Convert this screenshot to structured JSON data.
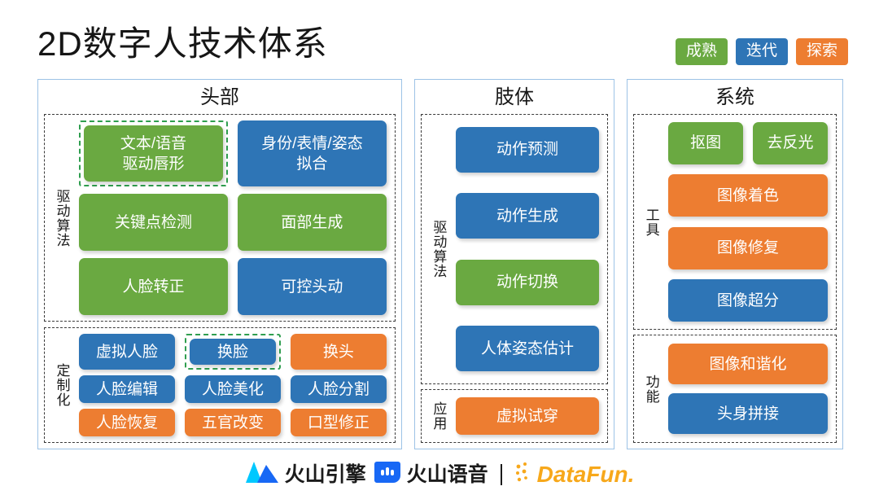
{
  "header": {
    "title": "2D数字人技术体系",
    "legend": [
      {
        "label": "成熟",
        "color": "#6aa941",
        "level": "green"
      },
      {
        "label": "迭代",
        "color": "#2e75b6",
        "level": "blue"
      },
      {
        "label": "探索",
        "color": "#ed7d31",
        "level": "orange"
      }
    ]
  },
  "columns": [
    {
      "title": "头部",
      "sections": [
        {
          "label": "驱动算法",
          "rows": [
            [
              {
                "label": "文本/语音\n驱动唇形",
                "color": "green",
                "highlighted": true
              },
              {
                "label": "身份/表情/姿态\n拟合",
                "color": "blue",
                "highlighted": false
              }
            ],
            [
              {
                "label": "关键点检测",
                "color": "green",
                "highlighted": false
              },
              {
                "label": "面部生成",
                "color": "green",
                "highlighted": false
              }
            ],
            [
              {
                "label": "人脸转正",
                "color": "green",
                "highlighted": false
              },
              {
                "label": "可控头动",
                "color": "blue",
                "highlighted": false
              }
            ]
          ]
        },
        {
          "label": "定制化",
          "rows": [
            [
              {
                "label": "虚拟人脸",
                "color": "blue",
                "highlighted": false
              },
              {
                "label": "换脸",
                "color": "blue",
                "highlighted": true
              },
              {
                "label": "换头",
                "color": "orange",
                "highlighted": false
              }
            ],
            [
              {
                "label": "人脸编辑",
                "color": "blue",
                "highlighted": false
              },
              {
                "label": "人脸美化",
                "color": "blue",
                "highlighted": false
              },
              {
                "label": "人脸分割",
                "color": "blue",
                "highlighted": false
              }
            ],
            [
              {
                "label": "人脸恢复",
                "color": "orange",
                "highlighted": false
              },
              {
                "label": "五官改变",
                "color": "orange",
                "highlighted": false
              },
              {
                "label": "口型修正",
                "color": "orange",
                "highlighted": false
              }
            ]
          ]
        }
      ]
    },
    {
      "title": "肢体",
      "sections": [
        {
          "label": "驱动算法",
          "rows": [
            [
              {
                "label": "动作预测",
                "color": "blue",
                "highlighted": false
              }
            ],
            [
              {
                "label": "动作生成",
                "color": "blue",
                "highlighted": false
              }
            ],
            [
              {
                "label": "动作切换",
                "color": "green",
                "highlighted": false
              }
            ],
            [
              {
                "label": "人体姿态估计",
                "color": "blue",
                "highlighted": false
              }
            ]
          ]
        },
        {
          "label": "应用",
          "rows": [
            [
              {
                "label": "虚拟试穿",
                "color": "orange",
                "highlighted": false
              }
            ]
          ]
        }
      ]
    },
    {
      "title": "系统",
      "sections": [
        {
          "label": "工具",
          "rows": [
            [
              {
                "label": "抠图",
                "color": "green",
                "highlighted": false
              },
              {
                "label": "去反光",
                "color": "green",
                "highlighted": false
              }
            ],
            [
              {
                "label": "图像着色",
                "color": "orange",
                "highlighted": false
              }
            ],
            [
              {
                "label": "图像修复",
                "color": "orange",
                "highlighted": false
              }
            ],
            [
              {
                "label": "图像超分",
                "color": "blue",
                "highlighted": false
              }
            ]
          ]
        },
        {
          "label": "功能",
          "rows": [
            [
              {
                "label": "图像和谐化",
                "color": "orange",
                "highlighted": false
              }
            ],
            [
              {
                "label": "头身拼接",
                "color": "blue",
                "highlighted": false
              }
            ]
          ]
        }
      ]
    }
  ],
  "footer": {
    "brands": [
      {
        "name": "火山引擎",
        "icon": "mountain-icon"
      },
      {
        "name": "火山语音",
        "icon": "speech-bubble-icon"
      }
    ],
    "divider": "|",
    "datafun": {
      "text": "DataFun.",
      "icon": "datafun-dots-icon",
      "color": "#f7a81b"
    }
  },
  "palette": {
    "green": "#6aa941",
    "blue": "#2e75b6",
    "orange": "#ed7d31",
    "highlight": "#2f9e4f",
    "column_border": "#9dc3e6",
    "section_border": "#3a3a3a"
  }
}
